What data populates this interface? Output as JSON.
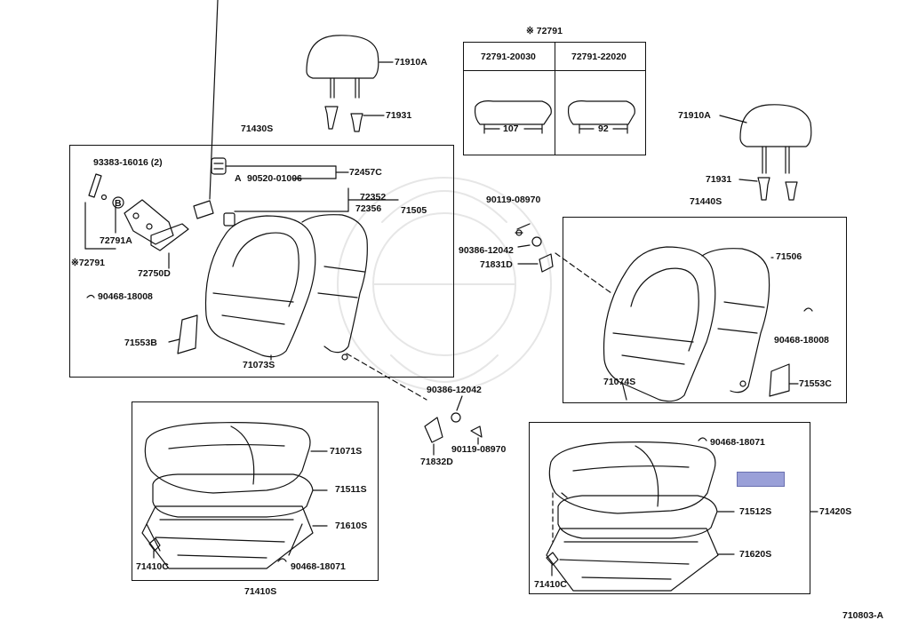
{
  "labels": {
    "hr_headrest_label": "71910A",
    "hr_guide_label": "71931",
    "hr_headrest_right_label": "71910A",
    "hr_guide_right_label": "71931",
    "back_assy_left_label": "71430S",
    "back_assy_right_label": "71440S",
    "screw_label": "93383-16016 (2)",
    "knob_label": "72457C",
    "nut_label": "90520-01006",
    "nut_ref": "A",
    "cover_label": "72352",
    "clip_label": "72356",
    "frame_label": "71505",
    "hinge_label": "72791A",
    "ref_b": "B",
    "recliner_label": "72791",
    "recliner_cover_label": "72750D",
    "clip_left_label": "90468-18008",
    "back_cover_left_label": "71073S",
    "trim_left_label": "71553B",
    "bolt_upper_label": "90119-08970",
    "washer_upper_label": "90386-12042",
    "bracket_upper_label": "71831D",
    "frame_right_label": "71506",
    "back_cover_right_label": "71074S",
    "clip_right_label": "90468-18008",
    "trim_right_label": "71553C",
    "washer_lower_label": "90386-12042",
    "bolt_lower_label": "90119-08970",
    "bracket_lower_label": "71832D",
    "cushion_left_label": "71071S",
    "pad_left_label": "71511S",
    "adjuster_left_label": "71610S",
    "bolt_left_label": "71410C",
    "clip_cushion_left_label": "90468-18071",
    "cushion_assy_left_label": "71410S",
    "clip_cushion_right_label": "90468-18071",
    "pad_right_label": "71512S",
    "cushion_assy_right_label": "71420S",
    "adjuster_right_label": "71620S",
    "bolt_right_label": "71410C",
    "diagram_id": "710803-A"
  },
  "table": {
    "title": "72791",
    "mark": "※",
    "columns": [
      "72791-20030",
      "72791-22020"
    ],
    "dims": [
      "107",
      "92"
    ]
  },
  "colors": {
    "line": "#111111",
    "highlight": "#9aa0d8"
  }
}
